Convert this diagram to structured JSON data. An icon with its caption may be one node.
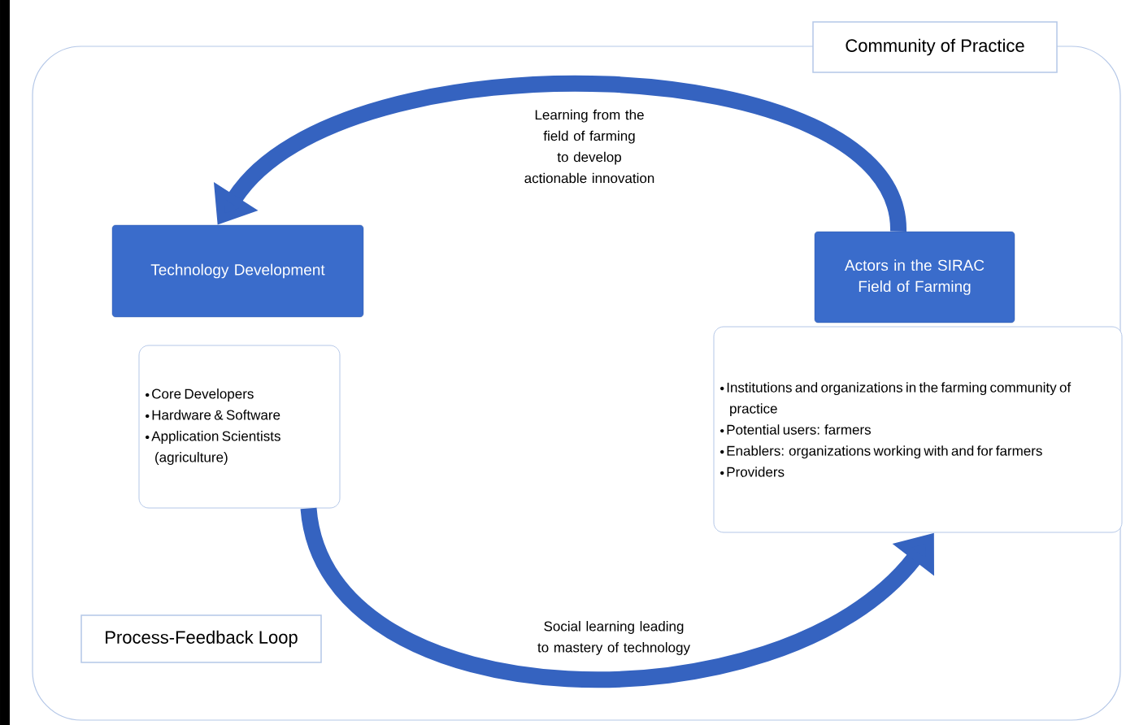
{
  "diagram": {
    "nodes": [
      {
        "text": [
          "Community of Practice"
        ]
      },
      {
        "text": [
          "Technology Development"
        ],
        "in": 0
      },
      {
        "text": [
          "Core Developers",
          "Hardware & Software",
          "Application Scientists (agriculture)"
        ],
        "in": 0
      },
      {
        "text": [
          "Actors in the SIRAC Field of Farming"
        ],
        "in": 0
      },
      {
        "text": [
          "Institutions and organizations in the farming community of practice",
          "Potential users: farmers",
          "Enablers: organizations working with and for farmers",
          "Providers"
        ],
        "in": 0
      },
      {
        "text": [
          "Process-Feedback Loop"
        ],
        "in": 0
      }
    ],
    "edges": [
      {
        "from": 3,
        "to": 1,
        "arrow": "to",
        "label": "Learning from the field of farming to develop actionable innovation"
      },
      {
        "from": 2,
        "to": 4,
        "arrow": "to",
        "label": "Social learning leading to mastery of technology"
      }
    ]
  }
}
